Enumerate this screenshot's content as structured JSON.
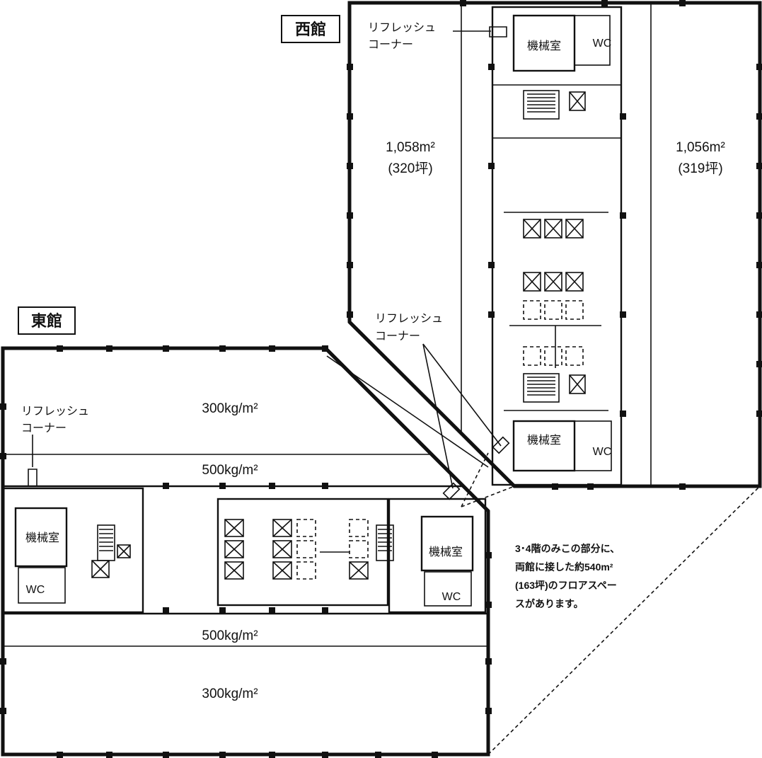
{
  "buildings": {
    "west": {
      "name": "西館",
      "area_left_main": "1,058m²",
      "area_left_sub": "(320坪)",
      "area_right_main": "1,056m²",
      "area_right_sub": "(319坪)",
      "machine_room_top": "機械室",
      "machine_room_bottom": "機械室",
      "wc_top": "WC",
      "wc_bottom": "WC"
    },
    "east": {
      "name": "東館",
      "load_top_outer": "300kg/m²",
      "load_top_inner": "500kg/m²",
      "load_bottom_inner": "500kg/m²",
      "load_bottom_outer": "300kg/m²",
      "machine_room_left": "機械室",
      "machine_room_right": "機械室",
      "wc_left": "WC",
      "wc_right": "WC"
    }
  },
  "refresh_corners": [
    {
      "line1": "リフレッシュ",
      "line2": "コーナー"
    },
    {
      "line1": "リフレッシュ",
      "line2": "コーナー"
    },
    {
      "line1": "リフレッシュ",
      "line2": "コーナー"
    }
  ],
  "note": {
    "lines": [
      "3･4階のみこの部分に、",
      "両館に接した約540m²",
      "(163坪)のフロアスペー",
      "スがあります。"
    ]
  }
}
